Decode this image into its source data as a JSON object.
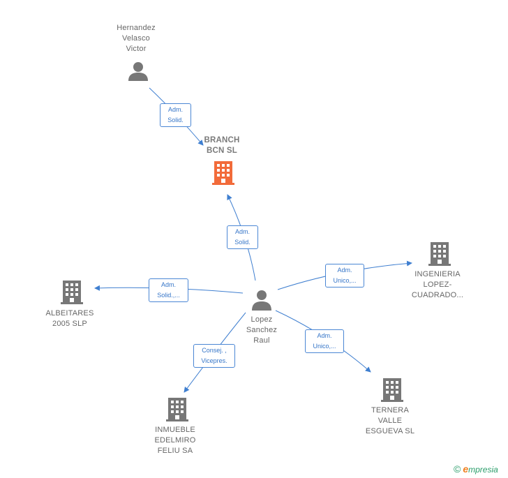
{
  "colors": {
    "edge": "#3f7fd0",
    "person_icon": "#777777",
    "company_icon": "#777777",
    "main_company_icon": "#f26b3a"
  },
  "nodes": {
    "hernandez": {
      "label": "Hernandez\nVelasco\nVictor",
      "icon": "person-icon"
    },
    "branch": {
      "label": "BRANCH\nBCN  SL",
      "icon": "building-icon"
    },
    "lopez": {
      "label": "Lopez\nSanchez\nRaul",
      "icon": "person-icon"
    },
    "ingenieria": {
      "label": "INGENIERIA\nLOPEZ-\nCUADRADO...",
      "icon": "building-icon"
    },
    "albeitares": {
      "label": "ALBEITARES\n2005  SLP",
      "icon": "building-icon"
    },
    "inmueble": {
      "label": "INMUEBLE\nEDELMIRO\nFELIU SA",
      "icon": "building-icon"
    },
    "ternera": {
      "label": "TERNERA\nVALLE\nESGUEVA  SL",
      "icon": "building-icon"
    }
  },
  "edges": {
    "hernandez_branch": "Adm.\nSolid.",
    "lopez_branch": "Adm.\nSolid.",
    "lopez_ingenieria": "Adm.\nUnico,...",
    "lopez_albeitares": "Adm.\nSolid.,...",
    "lopez_inmueble": "Consej. ,\nVicepres.",
    "lopez_ternera": "Adm.\nUnico,..."
  },
  "footer": {
    "copyright_symbol": "©",
    "brand_initial": "e",
    "brand_rest": "mpresia"
  }
}
